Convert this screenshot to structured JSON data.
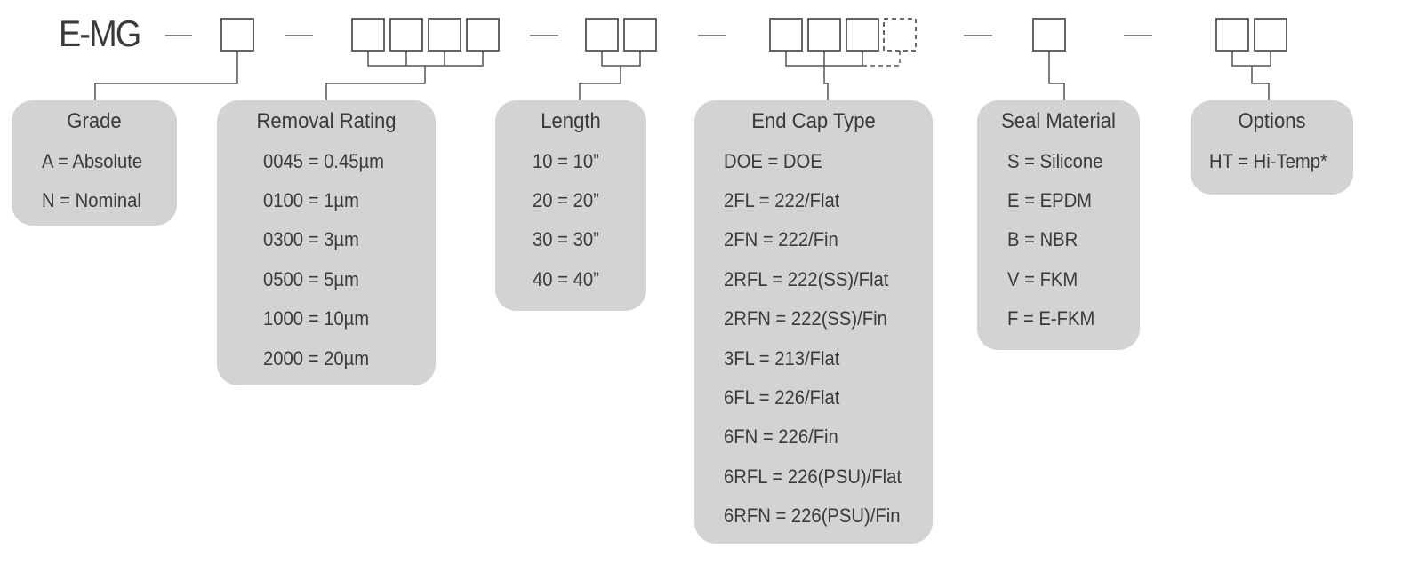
{
  "prefix": "E-MG",
  "groups": [
    {
      "title": "Grade",
      "items": [
        "A = Absolute",
        "N = Nominal"
      ]
    },
    {
      "title": "Removal Rating",
      "items": [
        "0045 = 0.45µm",
        "0100 = 1µm",
        "0300 = 3µm",
        "0500 = 5µm",
        "1000 = 10µm",
        "2000 = 20µm"
      ]
    },
    {
      "title": "Length",
      "items": [
        "10 = 10”",
        "20 = 20”",
        "30 = 30”",
        "40 = 40”"
      ]
    },
    {
      "title": "End Cap Type",
      "items": [
        "DOE = DOE",
        "2FL = 222/Flat",
        "2FN = 222/Fin",
        "2RFL = 222(SS)/Flat",
        "2RFN = 222(SS)/Fin",
        "3FL = 213/Flat",
        "6FL = 226/Flat",
        "6FN = 226/Fin",
        "6RFL = 226(PSU)/Flat",
        "6RFN = 226(PSU)/Fin"
      ]
    },
    {
      "title": "Seal Material",
      "items": [
        "S = Silicone",
        "E = EPDM",
        "B = NBR",
        "V = FKM",
        "F = E-FKM"
      ]
    },
    {
      "title": "Options",
      "items": [
        "HT = Hi-Temp*"
      ]
    }
  ]
}
